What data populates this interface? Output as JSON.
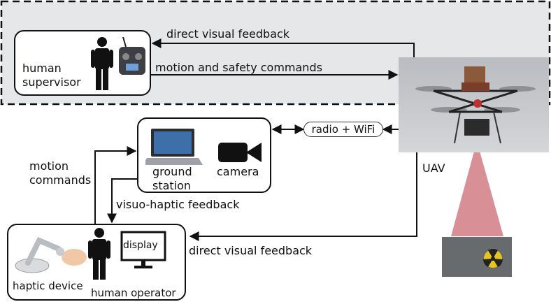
{
  "supervisor_zone": {
    "supervisor_label": "human\nsupervisor",
    "feedback_label": "direct visual feedback",
    "commands_label": "motion and safety commands"
  },
  "ground_station": {
    "label": "ground\nstation",
    "camera_label": "camera"
  },
  "link": {
    "label": "radio + WiFi"
  },
  "uav": {
    "label": "UAV"
  },
  "operator_zone": {
    "motion_label": "motion\ncommands",
    "visuo_label": "visuo-haptic feedback",
    "feedback_label": "direct visual feedback",
    "haptic_label": "haptic device",
    "operator_label": "human operator",
    "display_label": "display"
  },
  "colors": {
    "zone_fill": "#e6e7e9",
    "cone": "#d98f96",
    "line": "#111111"
  }
}
